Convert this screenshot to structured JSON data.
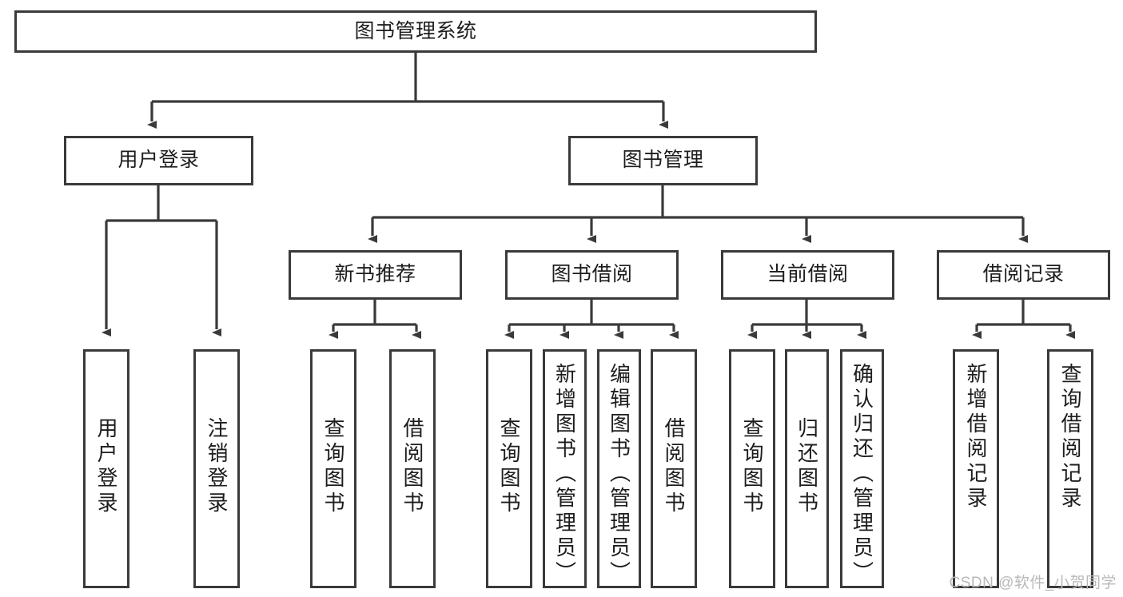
{
  "diagram": {
    "title": "图书管理系统",
    "type": "tree-hierarchy-diagram",
    "colors": {
      "box_border": "#3a3a3a",
      "box_fill": "#ffffff",
      "connector": "#3a3a3a",
      "text": "#1d1d1d",
      "watermark": "#b9b9b9",
      "background": "#ffffff"
    },
    "nodes": {
      "root": {
        "label": "图书管理系统",
        "orientation": "horizontal"
      },
      "level2": [
        {
          "id": "user-login",
          "label": "用户登录",
          "orientation": "horizontal"
        },
        {
          "id": "book-management",
          "label": "图书管理",
          "orientation": "horizontal"
        }
      ],
      "level3": [
        {
          "id": "new-book-recommend",
          "label": "新书推荐",
          "orientation": "horizontal"
        },
        {
          "id": "book-borrow",
          "label": "图书借阅",
          "orientation": "horizontal"
        },
        {
          "id": "current-borrow",
          "label": "当前借阅",
          "orientation": "horizontal"
        },
        {
          "id": "borrow-record",
          "label": "借阅记录",
          "orientation": "horizontal"
        }
      ],
      "leaves": [
        {
          "id": "leaf-user-login",
          "label": "用户登录",
          "orientation": "vertical",
          "parent": "user-login"
        },
        {
          "id": "leaf-logout-login",
          "label": "注销登录",
          "orientation": "vertical",
          "parent": "user-login"
        },
        {
          "id": "leaf-query-book-1",
          "label": "查询图书",
          "orientation": "vertical",
          "parent": "new-book-recommend"
        },
        {
          "id": "leaf-borrow-book-1",
          "label": "借阅图书",
          "orientation": "vertical",
          "parent": "new-book-recommend"
        },
        {
          "id": "leaf-query-book-2",
          "label": "查询图书",
          "orientation": "vertical",
          "parent": "book-borrow"
        },
        {
          "id": "leaf-add-book",
          "label": "新增图书（管理员）",
          "orientation": "vertical",
          "parent": "book-borrow"
        },
        {
          "id": "leaf-edit-book",
          "label": "编辑图书（管理员）",
          "orientation": "vertical",
          "parent": "book-borrow"
        },
        {
          "id": "leaf-borrow-book-2",
          "label": "借阅图书",
          "orientation": "vertical",
          "parent": "book-borrow"
        },
        {
          "id": "leaf-query-book-3",
          "label": "查询图书",
          "orientation": "vertical",
          "parent": "current-borrow"
        },
        {
          "id": "leaf-return-book",
          "label": "归还图书",
          "orientation": "vertical",
          "parent": "current-borrow"
        },
        {
          "id": "leaf-confirm-return",
          "label": "确认归还（管理员）",
          "orientation": "vertical",
          "parent": "current-borrow"
        },
        {
          "id": "leaf-add-record",
          "label": "新增借阅记录",
          "orientation": "vertical",
          "parent": "borrow-record"
        },
        {
          "id": "leaf-query-record",
          "label": "查询借阅记录",
          "orientation": "vertical",
          "parent": "borrow-record"
        }
      ]
    },
    "watermark": "CSDN @软件_小贺同学"
  }
}
